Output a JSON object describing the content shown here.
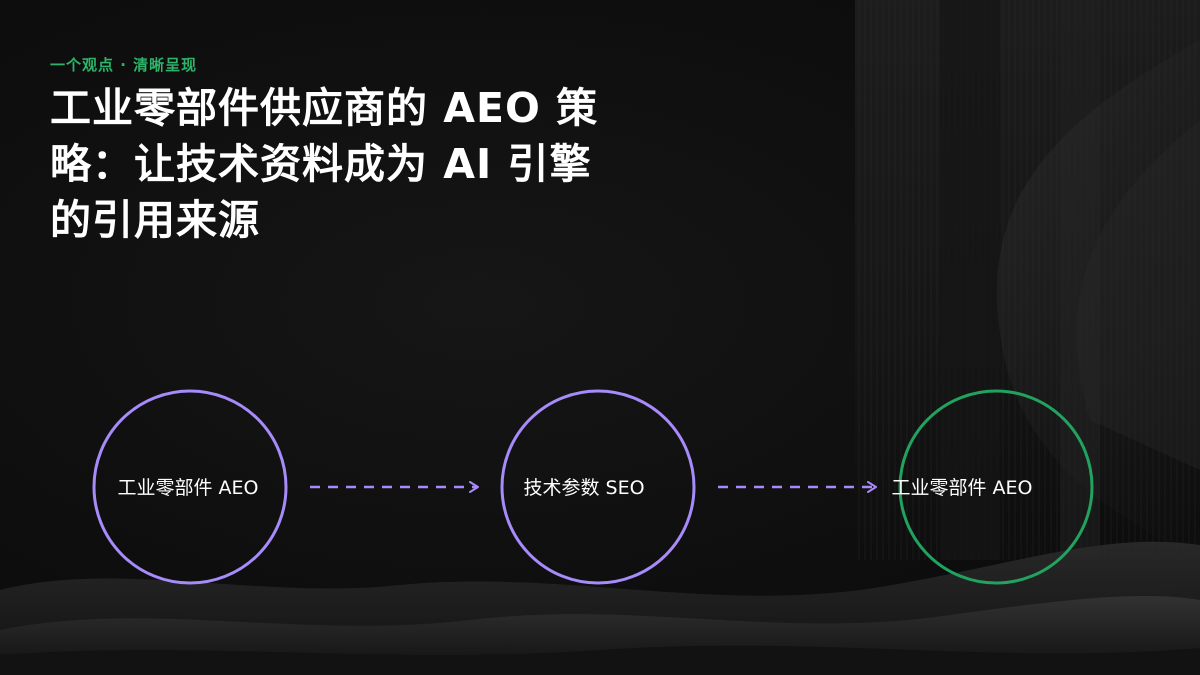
{
  "eyebrow": "一个观点 · 清晰呈现",
  "title": "工业零部件供应商的 AEO 策略：让技术资料成为 AI 引擎的引用来源",
  "flow": {
    "nodes": [
      {
        "label": "工业零部件 AEO",
        "color": "#a78bfa"
      },
      {
        "label": "技术参数 SEO",
        "color": "#a78bfa"
      },
      {
        "label": "工业零部件 AEO",
        "color": "#21a35f"
      }
    ],
    "connector_color": "#a78bfa"
  },
  "colors": {
    "background": "#0d0d0d",
    "accent": "#2db36a",
    "title": "#ffffff"
  }
}
